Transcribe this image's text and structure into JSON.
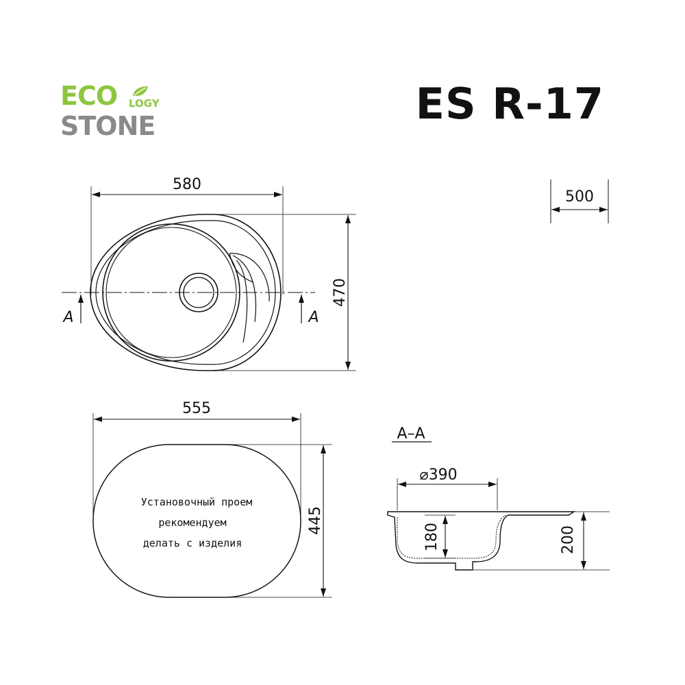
{
  "brand": {
    "line1": "ECO",
    "line1_suffix": "LOGY",
    "line2": "STONE",
    "green": "#8dc63f",
    "gray": "#8a8a8a",
    "icon": "leaf-icon"
  },
  "model": {
    "title": "ES R-17"
  },
  "top_view": {
    "width_label": "580",
    "height_label": "470",
    "section_label_left": "A",
    "section_label_right": "A"
  },
  "cabinet": {
    "label": "500"
  },
  "cutout": {
    "width_label": "555",
    "height_label": "445",
    "note_lines": [
      "Установочный проем",
      "рекомендуем",
      "делать с изделия"
    ]
  },
  "section": {
    "title": "A–A",
    "diameter_label": "⌀390",
    "bowl_depth_label": "180",
    "total_depth_label": "200"
  }
}
